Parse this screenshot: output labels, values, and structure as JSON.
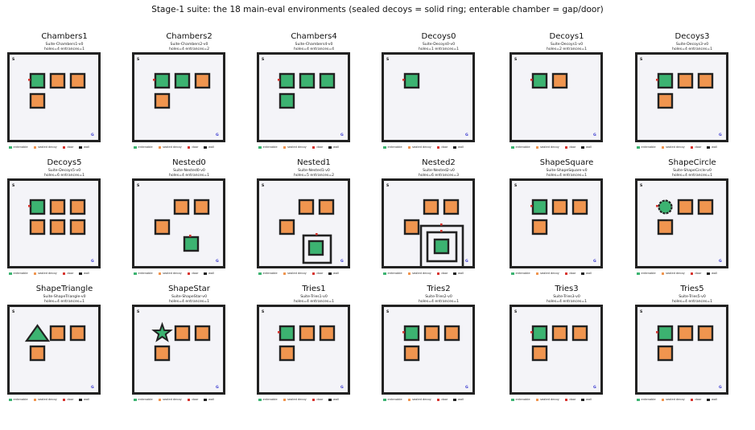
{
  "title": "Stage-1 suite: the 18 main-eval environments (sealed decoys = solid ring; enterable chamber = gap/door)",
  "legend": [
    "entenable",
    "sealed decoy",
    "door",
    "wall"
  ],
  "start_label": "S",
  "goal_label": "G",
  "colors": {
    "enterable": "#3cb371",
    "decoy": "#f0954f",
    "door": "#d8352f",
    "wall": "#222222",
    "floor": "#f4f4f8",
    "goal": "#3a3ad0"
  },
  "panels": [
    {
      "name": "Chambers1",
      "suite": "Suite-Chambers1-v0",
      "meta": "holes=4  entrances=1"
    },
    {
      "name": "Chambers2",
      "suite": "Suite-Chambers2-v0",
      "meta": "holes=4  entrances=2"
    },
    {
      "name": "Chambers4",
      "suite": "Suite-Chambers4-v0",
      "meta": "holes=4  entrances=4"
    },
    {
      "name": "Decoys0",
      "suite": "Suite-Decoys0-v0",
      "meta": "holes=1  entrances=1"
    },
    {
      "name": "Decoys1",
      "suite": "Suite-Decoys1-v0",
      "meta": "holes=2  entrances=1"
    },
    {
      "name": "Decoys3",
      "suite": "Suite-Decoys3-v0",
      "meta": "holes=4  entrances=1"
    },
    {
      "name": "Decoys5",
      "suite": "Suite-Decoys5-v0",
      "meta": "holes=6  entrances=1"
    },
    {
      "name": "Nested0",
      "suite": "Suite-Nested0-v0",
      "meta": "holes=4  entrances=1"
    },
    {
      "name": "Nested1",
      "suite": "Suite-Nested1-v0",
      "meta": "holes=5  entrances=2"
    },
    {
      "name": "Nested2",
      "suite": "Suite-Nested2-v0",
      "meta": "holes=6  entrances=3"
    },
    {
      "name": "ShapeSquare",
      "suite": "Suite-ShapeSquare-v0",
      "meta": "holes=4  entrances=1"
    },
    {
      "name": "ShapeCircle",
      "suite": "Suite-ShapeCircle-v0",
      "meta": "holes=4  entrances=1"
    },
    {
      "name": "ShapeTriangle",
      "suite": "Suite-ShapeTriangle-v0",
      "meta": "holes=4  entrances=1"
    },
    {
      "name": "ShapeStar",
      "suite": "Suite-ShapeStar-v0",
      "meta": "holes=4  entrances=1"
    },
    {
      "name": "Tries1",
      "suite": "Suite-Tries1-v0",
      "meta": "holes=4  entrances=1"
    },
    {
      "name": "Tries2",
      "suite": "Suite-Tries2-v0",
      "meta": "holes=4  entrances=1"
    },
    {
      "name": "Tries3",
      "suite": "Suite-Tries3-v0",
      "meta": "holes=4  entrances=1"
    },
    {
      "name": "Tries5",
      "suite": "Suite-Tries5-v0",
      "meta": "holes=4  entrances=1"
    }
  ]
}
